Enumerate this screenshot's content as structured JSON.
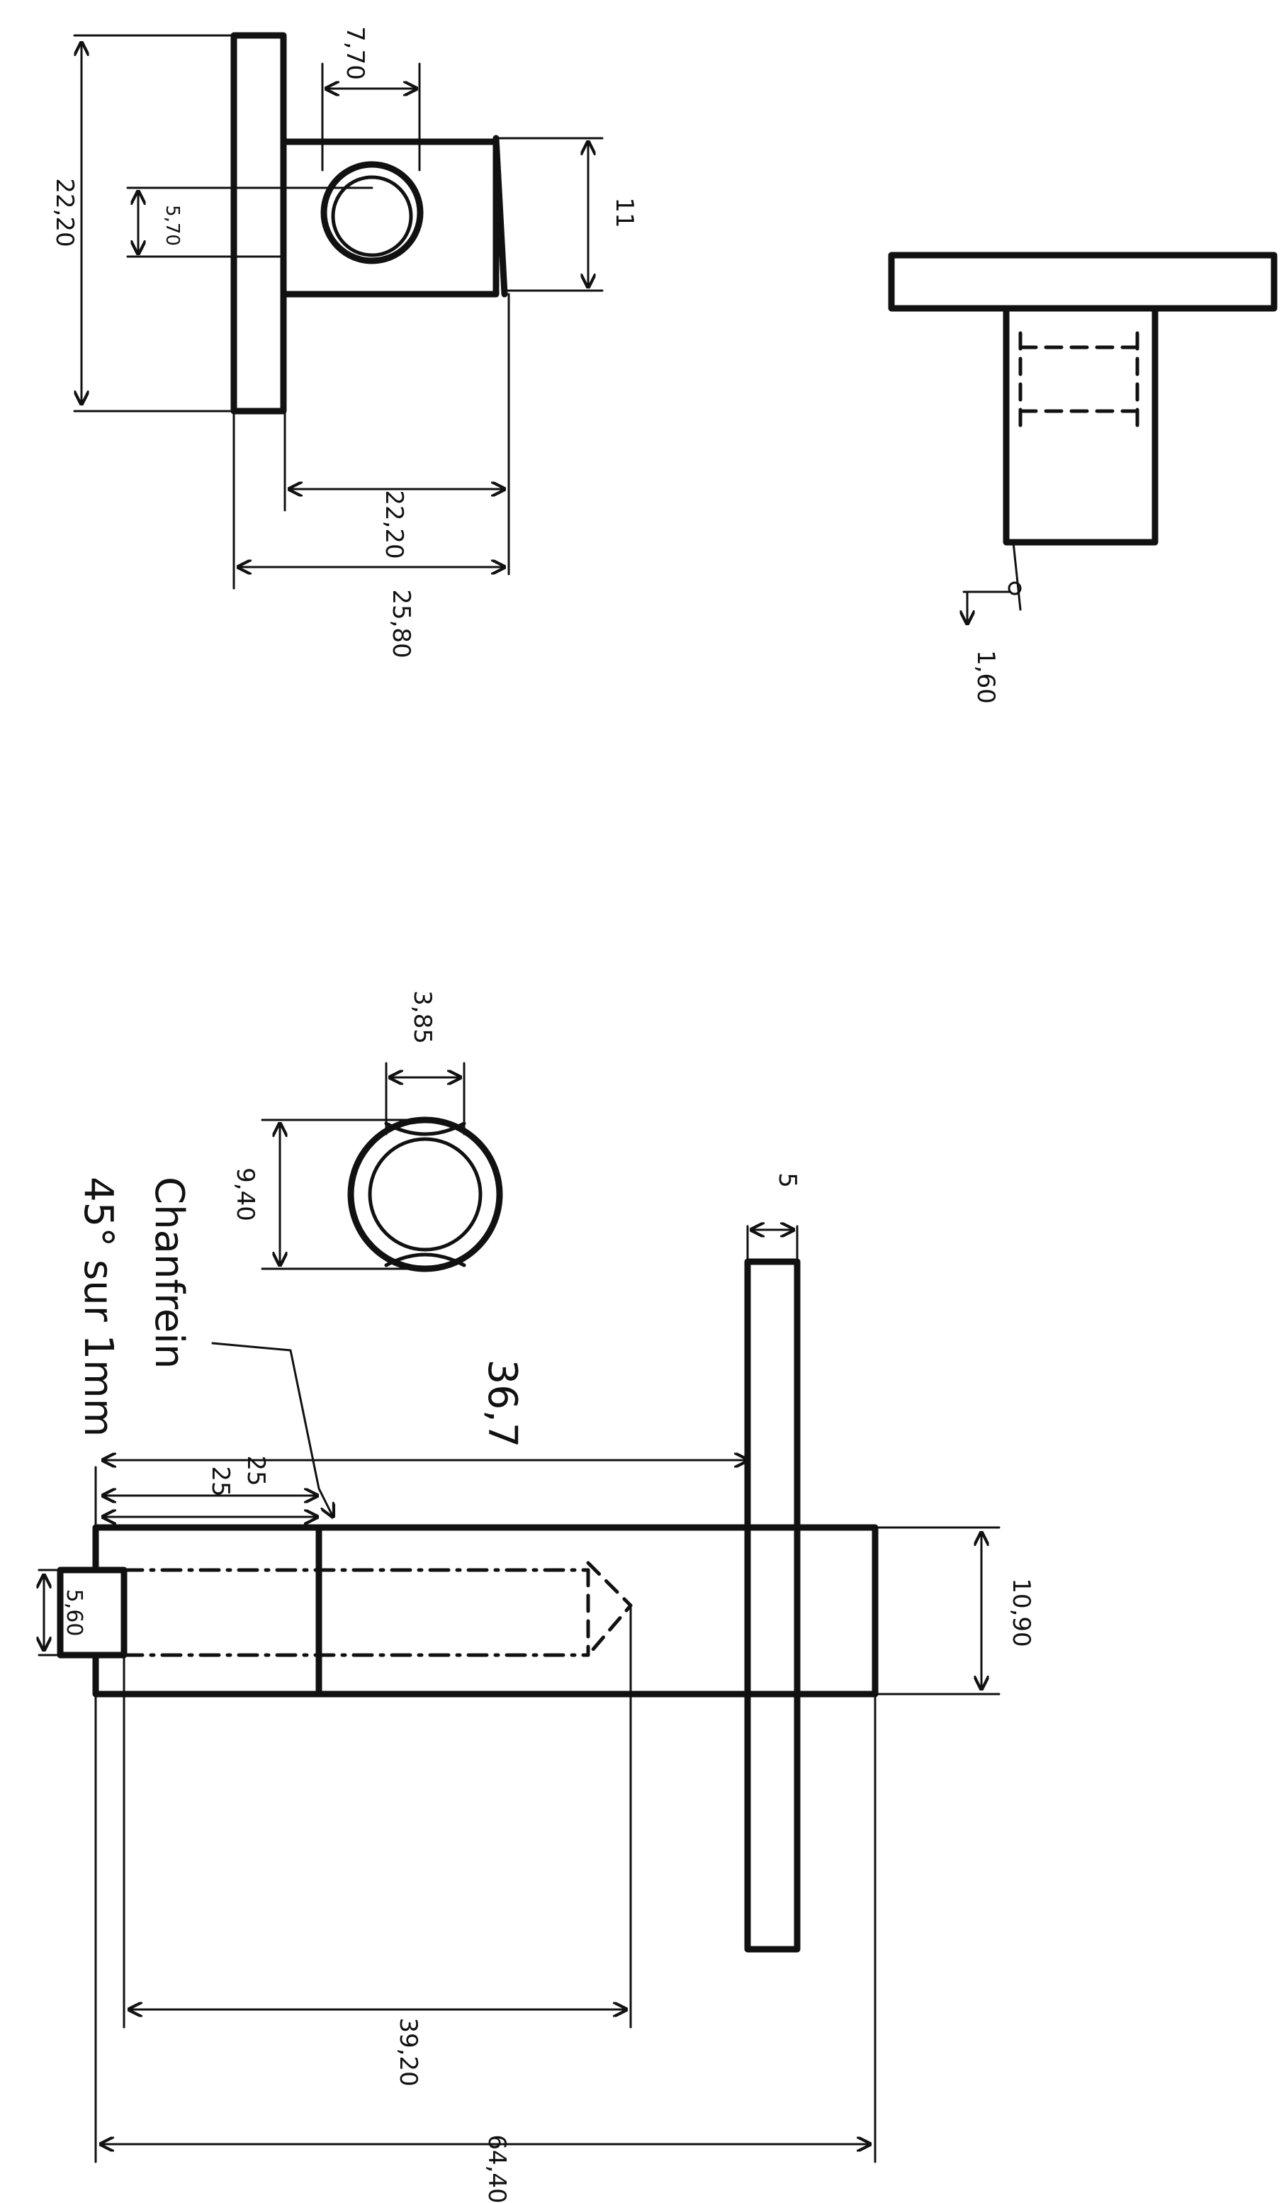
{
  "dimensions": {
    "d_22_20": "22,20",
    "d_7_70": "7,70",
    "d_5_70": "5,70",
    "d_11": "11",
    "d_22_20_inner": "22,20",
    "d_25_80": "25,80",
    "d_1_60": "1,60",
    "d_3_85": "3,85",
    "d_9_40": "9,40",
    "d_5": "5",
    "d_36_7": "36,7",
    "d_25_a": "25",
    "d_25_b": "25",
    "d_5_60": "5,60",
    "d_10_90": "10,90",
    "d_39_20": "39,20",
    "d_64_40": "64,40"
  },
  "notes": {
    "chamfer": "Chanfrein",
    "chamfer_detail": "45° sur 1mm"
  },
  "colors": {
    "ink": "#111111",
    "paper": "#ffffff"
  }
}
